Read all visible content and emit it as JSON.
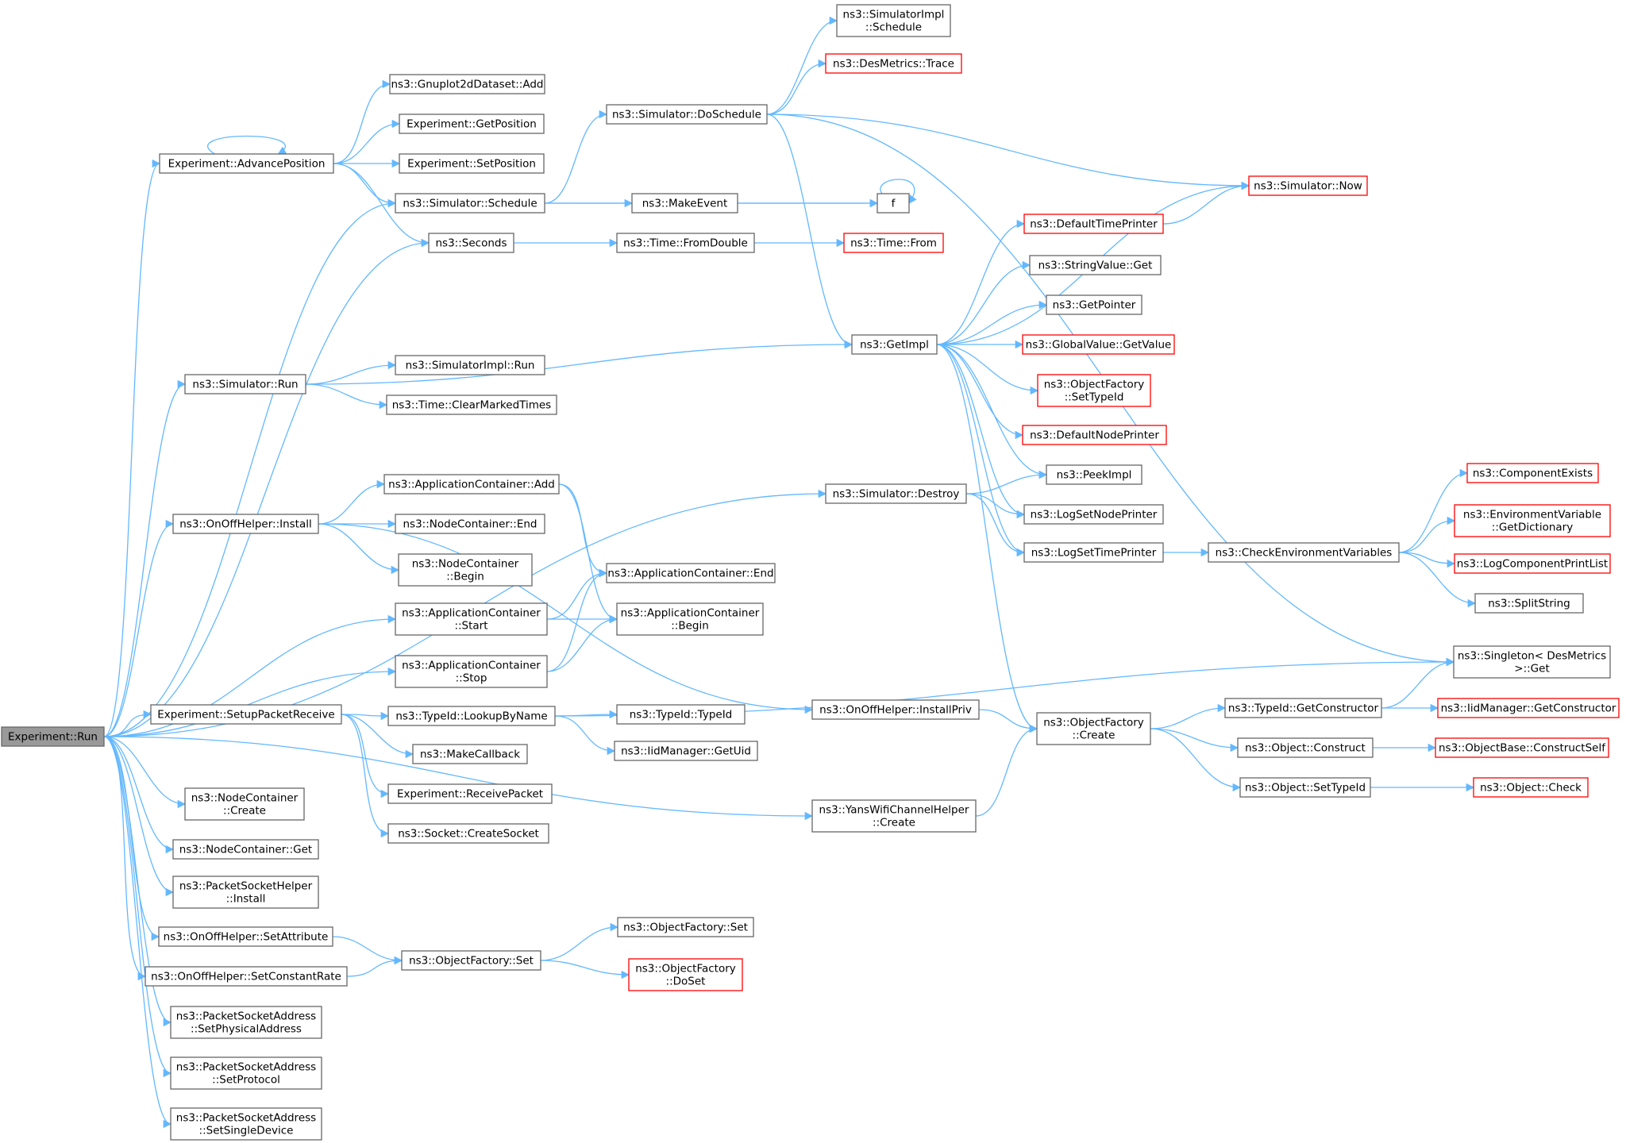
{
  "graph": {
    "root": "Experiment::Run",
    "nodes": [
      {
        "id": "run",
        "lines": [
          "Experiment::Run"
        ],
        "root": true
      },
      {
        "id": "adv",
        "lines": [
          "Experiment::AdvancePosition"
        ]
      },
      {
        "id": "gnu",
        "lines": [
          "ns3::Gnuplot2dDataset::Add"
        ]
      },
      {
        "id": "getpos",
        "lines": [
          "Experiment::GetPosition"
        ]
      },
      {
        "id": "setpos",
        "lines": [
          "Experiment::SetPosition"
        ]
      },
      {
        "id": "sched",
        "lines": [
          "ns3::Simulator::Schedule"
        ]
      },
      {
        "id": "secs",
        "lines": [
          "ns3::Seconds"
        ]
      },
      {
        "id": "simrun",
        "lines": [
          "ns3::Simulator::Run"
        ]
      },
      {
        "id": "implrun",
        "lines": [
          "ns3::SimulatorImpl::Run"
        ]
      },
      {
        "id": "clear",
        "lines": [
          "ns3::Time::ClearMarkedTimes"
        ]
      },
      {
        "id": "onoffinst",
        "lines": [
          "ns3::OnOffHelper::Install"
        ]
      },
      {
        "id": "acadd",
        "lines": [
          "ns3::ApplicationContainer::Add"
        ]
      },
      {
        "id": "ncend",
        "lines": [
          "ns3::NodeContainer::End"
        ]
      },
      {
        "id": "ncbegin",
        "lines": [
          "ns3::NodeContainer",
          "::Begin"
        ]
      },
      {
        "id": "acstart",
        "lines": [
          "ns3::ApplicationContainer",
          "::Start"
        ]
      },
      {
        "id": "acstop",
        "lines": [
          "ns3::ApplicationContainer",
          "::Stop"
        ]
      },
      {
        "id": "setupprx",
        "lines": [
          "Experiment::SetupPacketReceive"
        ]
      },
      {
        "id": "nccreate",
        "lines": [
          "ns3::NodeContainer",
          "::Create"
        ]
      },
      {
        "id": "ncget",
        "lines": [
          "ns3::NodeContainer::Get"
        ]
      },
      {
        "id": "pshinst",
        "lines": [
          "ns3::PacketSocketHelper",
          "::Install"
        ]
      },
      {
        "id": "onoffsetattr",
        "lines": [
          "ns3::OnOffHelper::SetAttribute"
        ]
      },
      {
        "id": "onoffsetrate",
        "lines": [
          "ns3::OnOffHelper::SetConstantRate"
        ]
      },
      {
        "id": "psaphys",
        "lines": [
          "ns3::PacketSocketAddress",
          "::SetPhysicalAddress"
        ]
      },
      {
        "id": "psaproto",
        "lines": [
          "ns3::PacketSocketAddress",
          "::SetProtocol"
        ]
      },
      {
        "id": "psasingle",
        "lines": [
          "ns3::PacketSocketAddress",
          "::SetSingleDevice"
        ]
      },
      {
        "id": "implsched",
        "lines": [
          "ns3::SimulatorImpl",
          "::Schedule"
        ]
      },
      {
        "id": "destrace",
        "lines": [
          "ns3::DesMetrics::Trace"
        ],
        "truncated": true
      },
      {
        "id": "dosched",
        "lines": [
          "ns3::Simulator::DoSchedule"
        ]
      },
      {
        "id": "makeevent",
        "lines": [
          "ns3::MakeEvent"
        ]
      },
      {
        "id": "f",
        "lines": [
          "f"
        ]
      },
      {
        "id": "fromdouble",
        "lines": [
          "ns3::Time::FromDouble"
        ]
      },
      {
        "id": "timefrom",
        "lines": [
          "ns3::Time::From"
        ],
        "truncated": true
      },
      {
        "id": "getimpl",
        "lines": [
          "ns3::GetImpl"
        ]
      },
      {
        "id": "acend",
        "lines": [
          "ns3::ApplicationContainer::End"
        ]
      },
      {
        "id": "acbegin",
        "lines": [
          "ns3::ApplicationContainer",
          "::Begin"
        ]
      },
      {
        "id": "lookup",
        "lines": [
          "ns3::TypeId::LookupByName"
        ]
      },
      {
        "id": "makecb",
        "lines": [
          "ns3::MakeCallback"
        ]
      },
      {
        "id": "recvpkt",
        "lines": [
          "Experiment::ReceivePacket"
        ]
      },
      {
        "id": "createsock",
        "lines": [
          "ns3::Socket::CreateSocket"
        ]
      },
      {
        "id": "typeid",
        "lines": [
          "ns3::TypeId::TypeId"
        ]
      },
      {
        "id": "iidgetuid",
        "lines": [
          "ns3::IidManager::GetUid"
        ]
      },
      {
        "id": "ofset",
        "lines": [
          "ns3::ObjectFactory::Set"
        ]
      },
      {
        "id": "ofset2",
        "lines": [
          "ns3::ObjectFactory::Set"
        ]
      },
      {
        "id": "ofdoset",
        "lines": [
          "ns3::ObjectFactory",
          "::DoSet"
        ],
        "truncated": true
      },
      {
        "id": "simnow",
        "lines": [
          "ns3::Simulator::Now"
        ],
        "truncated": true
      },
      {
        "id": "deftimeprinter",
        "lines": [
          "ns3::DefaultTimePrinter"
        ],
        "truncated": true
      },
      {
        "id": "strget",
        "lines": [
          "ns3::StringValue::Get"
        ]
      },
      {
        "id": "getptr",
        "lines": [
          "ns3::GetPointer"
        ]
      },
      {
        "id": "gvget",
        "lines": [
          "ns3::GlobalValue::GetValue"
        ],
        "truncated": true
      },
      {
        "id": "ofsettid",
        "lines": [
          "ns3::ObjectFactory",
          "::SetTypeId"
        ],
        "truncated": true
      },
      {
        "id": "defnodeprinter",
        "lines": [
          "ns3::DefaultNodePrinter"
        ],
        "truncated": true
      },
      {
        "id": "simdestroy",
        "lines": [
          "ns3::Simulator::Destroy"
        ]
      },
      {
        "id": "peekimpl",
        "lines": [
          "ns3::PeekImpl"
        ]
      },
      {
        "id": "lognode",
        "lines": [
          "ns3::LogSetNodePrinter"
        ]
      },
      {
        "id": "logtime",
        "lines": [
          "ns3::LogSetTimePrinter"
        ]
      },
      {
        "id": "checkenv",
        "lines": [
          "ns3::CheckEnvironmentVariables"
        ]
      },
      {
        "id": "compexists",
        "lines": [
          "ns3::ComponentExists"
        ],
        "truncated": true
      },
      {
        "id": "envgetdict",
        "lines": [
          "ns3::EnvironmentVariable",
          "::GetDictionary"
        ],
        "truncated": true
      },
      {
        "id": "logcomplist",
        "lines": [
          "ns3::LogComponentPrintList"
        ],
        "truncated": true
      },
      {
        "id": "splitstr",
        "lines": [
          "ns3::SplitString"
        ]
      },
      {
        "id": "singleton",
        "lines": [
          "ns3::Singleton< DesMetrics",
          ">::Get"
        ]
      },
      {
        "id": "installpriv",
        "lines": [
          "ns3::OnOffHelper::InstallPriv"
        ]
      },
      {
        "id": "ofcreate",
        "lines": [
          "ns3::ObjectFactory",
          "::Create"
        ]
      },
      {
        "id": "yanscreate",
        "lines": [
          "ns3::YansWifiChannelHelper",
          "::Create"
        ]
      },
      {
        "id": "getctor",
        "lines": [
          "ns3::TypeId::GetConstructor"
        ]
      },
      {
        "id": "iidgetctor",
        "lines": [
          "ns3::IidManager::GetConstructor"
        ],
        "truncated": true
      },
      {
        "id": "objconstruct",
        "lines": [
          "ns3::Object::Construct"
        ]
      },
      {
        "id": "obconstructself",
        "lines": [
          "ns3::ObjectBase::ConstructSelf"
        ],
        "truncated": true
      },
      {
        "id": "objsettid",
        "lines": [
          "ns3::Object::SetTypeId"
        ]
      },
      {
        "id": "objcheck",
        "lines": [
          "ns3::Object::Check"
        ],
        "truncated": true
      }
    ],
    "edges": [
      [
        "run",
        "adv"
      ],
      [
        "run",
        "sched"
      ],
      [
        "run",
        "secs"
      ],
      [
        "run",
        "simrun"
      ],
      [
        "run",
        "simdestroy"
      ],
      [
        "run",
        "onoffinst"
      ],
      [
        "run",
        "acstart"
      ],
      [
        "run",
        "acstop"
      ],
      [
        "run",
        "setupprx"
      ],
      [
        "run",
        "yanscreate"
      ],
      [
        "run",
        "nccreate"
      ],
      [
        "run",
        "ncget"
      ],
      [
        "run",
        "pshinst"
      ],
      [
        "run",
        "onoffsetattr"
      ],
      [
        "run",
        "onoffsetrate"
      ],
      [
        "run",
        "psaphys"
      ],
      [
        "run",
        "psaproto"
      ],
      [
        "run",
        "psasingle"
      ],
      [
        "adv",
        "adv"
      ],
      [
        "adv",
        "gnu"
      ],
      [
        "adv",
        "getpos"
      ],
      [
        "adv",
        "setpos"
      ],
      [
        "adv",
        "sched"
      ],
      [
        "adv",
        "secs"
      ],
      [
        "sched",
        "dosched"
      ],
      [
        "sched",
        "f"
      ],
      [
        "sched",
        "makeevent"
      ],
      [
        "makeevent",
        "f"
      ],
      [
        "f",
        "f"
      ],
      [
        "secs",
        "fromdouble"
      ],
      [
        "fromdouble",
        "timefrom"
      ],
      [
        "dosched",
        "implsched"
      ],
      [
        "dosched",
        "destrace"
      ],
      [
        "dosched",
        "simnow"
      ],
      [
        "dosched",
        "getimpl"
      ],
      [
        "dosched",
        "singleton"
      ],
      [
        "simrun",
        "getimpl"
      ],
      [
        "simrun",
        "implrun"
      ],
      [
        "simrun",
        "clear"
      ],
      [
        "getimpl",
        "simnow"
      ],
      [
        "getimpl",
        "deftimeprinter"
      ],
      [
        "getimpl",
        "strget"
      ],
      [
        "getimpl",
        "getptr"
      ],
      [
        "getimpl",
        "gvget"
      ],
      [
        "getimpl",
        "ofsettid"
      ],
      [
        "getimpl",
        "defnodeprinter"
      ],
      [
        "getimpl",
        "peekimpl"
      ],
      [
        "getimpl",
        "lognode"
      ],
      [
        "getimpl",
        "logtime"
      ],
      [
        "getimpl",
        "ofcreate"
      ],
      [
        "deftimeprinter",
        "simnow"
      ],
      [
        "onoffinst",
        "acadd"
      ],
      [
        "onoffinst",
        "ncend"
      ],
      [
        "onoffinst",
        "ncbegin"
      ],
      [
        "onoffinst",
        "installpriv"
      ],
      [
        "acadd",
        "acend"
      ],
      [
        "acadd",
        "acbegin"
      ],
      [
        "acstart",
        "acend"
      ],
      [
        "acstart",
        "acbegin"
      ],
      [
        "acstop",
        "acend"
      ],
      [
        "acstop",
        "acbegin"
      ],
      [
        "setupprx",
        "lookup"
      ],
      [
        "setupprx",
        "makecb"
      ],
      [
        "setupprx",
        "recvpkt"
      ],
      [
        "setupprx",
        "createsock"
      ],
      [
        "lookup",
        "typeid"
      ],
      [
        "lookup",
        "iidgetuid"
      ],
      [
        "lookup",
        "singleton"
      ],
      [
        "simdestroy",
        "peekimpl"
      ],
      [
        "simdestroy",
        "lognode"
      ],
      [
        "simdestroy",
        "logtime"
      ],
      [
        "logtime",
        "checkenv"
      ],
      [
        "checkenv",
        "compexists"
      ],
      [
        "checkenv",
        "envgetdict"
      ],
      [
        "checkenv",
        "logcomplist"
      ],
      [
        "checkenv",
        "splitstr"
      ],
      [
        "installpriv",
        "ofcreate"
      ],
      [
        "yanscreate",
        "ofcreate"
      ],
      [
        "ofcreate",
        "getctor"
      ],
      [
        "ofcreate",
        "objconstruct"
      ],
      [
        "ofcreate",
        "objsettid"
      ],
      [
        "getctor",
        "singleton"
      ],
      [
        "getctor",
        "iidgetctor"
      ],
      [
        "objconstruct",
        "obconstructself"
      ],
      [
        "objsettid",
        "objcheck"
      ],
      [
        "onoffsetattr",
        "ofset"
      ],
      [
        "onoffsetrate",
        "ofset"
      ],
      [
        "ofset",
        "ofset2"
      ],
      [
        "ofset",
        "ofdoset"
      ]
    ]
  }
}
